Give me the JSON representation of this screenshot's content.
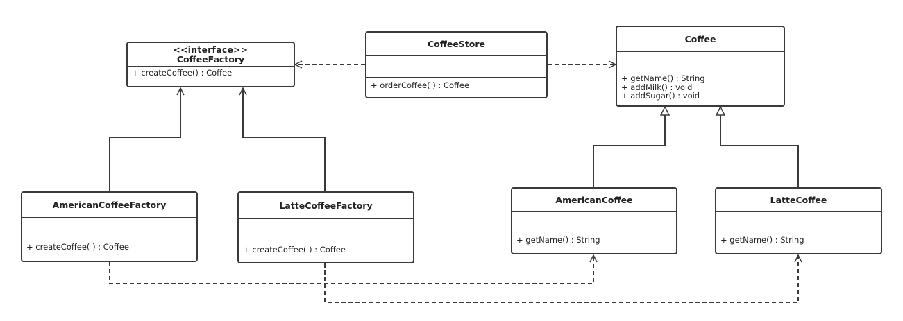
{
  "classes": {
    "coffee_factory": {
      "stereotype": "<<interface>>",
      "name": "CoffeeFactory",
      "methods": [
        "+ createCoffee() : Coffee"
      ]
    },
    "coffee_store": {
      "name": "CoffeeStore",
      "methods": [
        "+ orderCoffee( ) : Coffee"
      ]
    },
    "coffee": {
      "name": "Coffee",
      "methods": [
        "+ getName() : String",
        "+ addMilk() : void",
        "+ addSugar() : void"
      ]
    },
    "american_coffee_factory": {
      "name": "AmericanCoffeeFactory",
      "methods": [
        "+ createCoffee( ) : Coffee"
      ]
    },
    "latte_coffee_factory": {
      "name": "LatteCoffeeFactory",
      "methods": [
        "+ createCoffee( ) : Coffee"
      ]
    },
    "american_coffee": {
      "name": "AmericanCoffee",
      "methods": [
        "+ getName() : String"
      ]
    },
    "latte_coffee": {
      "name": "LatteCoffee",
      "methods": [
        "+ getName() : String"
      ]
    }
  },
  "colors": {
    "line": "#3a3a3a",
    "background": "#ffffff"
  }
}
